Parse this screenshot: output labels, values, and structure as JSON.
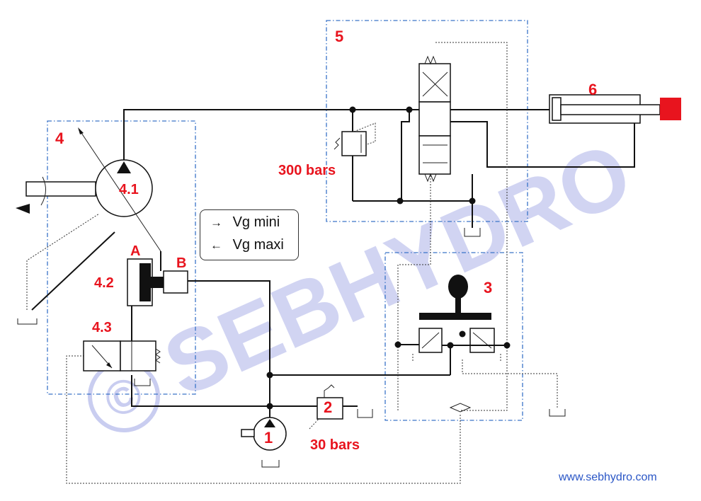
{
  "labels": {
    "c1": "1",
    "c2": "2",
    "c3": "3",
    "c4": "4",
    "c41": "4.1",
    "c42": "4.2",
    "c43": "4.3",
    "c5": "5",
    "c6": "6",
    "portA": "A",
    "portB": "B",
    "p300": "300 bars",
    "p30": "30 bars"
  },
  "legend": {
    "row1_arrow": "→",
    "row1_text": "Vg mini",
    "row2_arrow": "←",
    "row2_text": "Vg maxi"
  },
  "watermark": {
    "copyright": "©",
    "brand": "SEBHYDRO"
  },
  "footer": {
    "url": "www.sebhydro.com"
  },
  "colors": {
    "label_red": "#e8141e",
    "group_border_blue": "#3a73c8",
    "cylinder_rod_end": "#e8141e",
    "watermark": "#c9cdf0",
    "url_blue": "#2a56c6"
  }
}
